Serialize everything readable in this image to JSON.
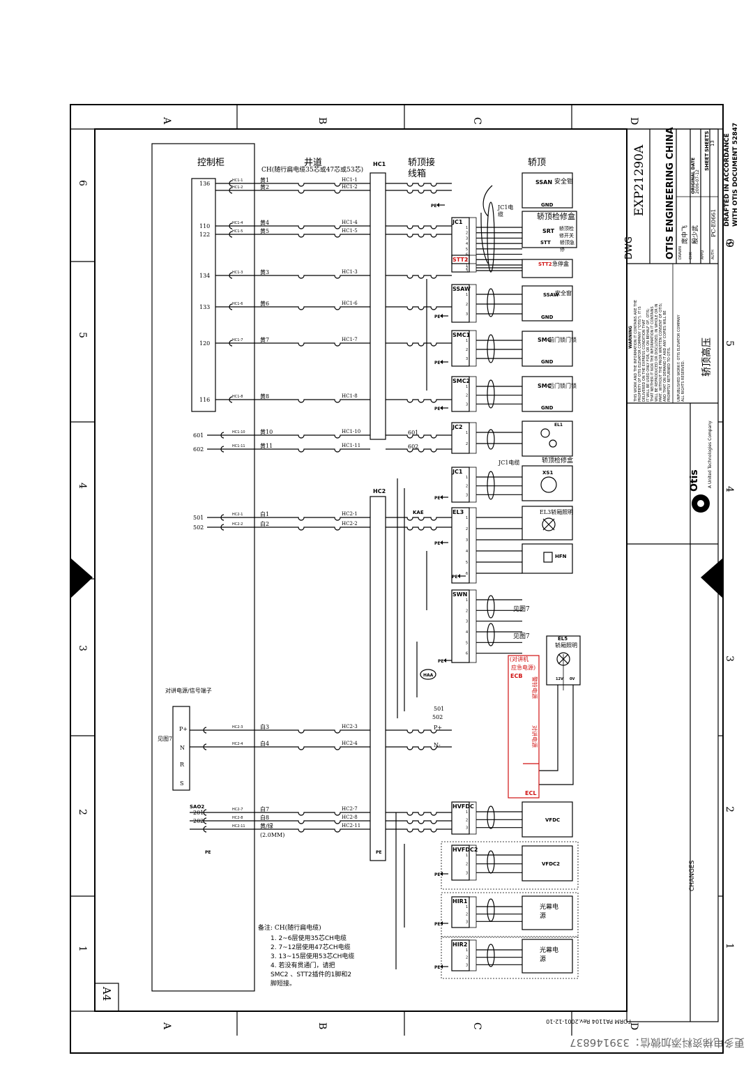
{
  "border": {
    "zones_top": [
      "A",
      "B",
      "C",
      "D"
    ],
    "zones_bottom": [
      "A",
      "B",
      "C",
      "D"
    ],
    "rows_left": [
      "6",
      "5",
      "4",
      "3",
      "2",
      "1"
    ],
    "rows_right": [
      "6",
      "5",
      "4",
      "3",
      "2",
      "1"
    ],
    "sheet_size": "A4",
    "form_text": "FORM PA1104  Rev.2001-12-10",
    "watermark": "更多电梯资料添加微信：339146837"
  },
  "title_block": {
    "dwg_label": "DWG",
    "dwg_number": "EXP21290A",
    "company": "OTIS ENGINEERING CHINA",
    "original_date_label": "ORIGINAL DATE",
    "original_date": "2006-07-12",
    "sheets_label": "SHEETS",
    "sheets": "13",
    "sheet_label": "SHEET",
    "sheet_no": "6",
    "drawn_label": "DRAWN",
    "drawn": "庞中飞",
    "chk_label": "CHK",
    "chk": "殷少武",
    "appd_label": "APPD",
    "auth_label": "AUTH",
    "auth": "PC-E0661",
    "drafted_1": "DRAFTED IN ACCORDANCE",
    "drafted_2": "WITH OTIS DOCUMENT 52847",
    "warning_title": "WARNING",
    "warning_lines": [
      "THIS WORK AND THE INFORMATION IT CONTAINS ARE THE",
      "PROPERTY OF OTIS ELEVATOR COMPANY (\"OTIS\"). IT IS",
      "DELIVERED ON THE EXPRESS CONDITION THAT",
      "IT WILL BE USED ONLY FOR, OR ON BEHALF OF, OTIS;",
      "THAT NEITHER IT NOR THE INFORMATION IT CONTAINS",
      "WILL BE REPRODUCED OR DISCLOSED, IN WHOLE OR IN",
      "PART, WITHOUT THE PRIOR WRITTEN CONSENT OF OTIS;",
      "AND THAT ON DEMAND IT AND ANY COPIES WILL BE",
      "PROMPTLY RETURNED TO OTIS.",
      "UNPUBLISHED WORK© OTIS ELEVATOR COMPANY",
      "ALL RIGHTS RESERVED."
    ],
    "drawing_title": "轿顶高压",
    "logo_text": "Otis",
    "logo_sub": "A United Technologies Company",
    "changes": "CHANGES"
  },
  "sections": {
    "cabinet": "控制柜",
    "hoistway": "井道",
    "car_top_box_1": "轿顶接",
    "car_top_box_2": "线箱",
    "car_top": "轿顶"
  },
  "ch_cable": "CH(随行扁电缆35芯或47芯或53芯)",
  "connectors": {
    "hc1": "HC1",
    "hc2": "HC2"
  },
  "cabinet_wires": [
    {
      "term": "136",
      "hc": "HC1-1",
      "color": "黄1",
      "hc_r": "HC1-1"
    },
    {
      "term": "",
      "hc": "HC1-2",
      "color": "黄2",
      "hc_r": "HC1-2"
    },
    {
      "term": "110",
      "hc": "HC1-4",
      "color": "黄4",
      "hc_r": "HC1-4"
    },
    {
      "term": "122",
      "hc": "HC1-5",
      "color": "黄5",
      "hc_r": "HC1-5"
    },
    {
      "term": "134",
      "hc": "HC1-3",
      "color": "黄3",
      "hc_r": "HC1-3"
    },
    {
      "term": "133",
      "hc": "HC1-6",
      "color": "黄6",
      "hc_r": "HC1-6"
    },
    {
      "term": "120",
      "hc": "HC1-7",
      "color": "黄7",
      "hc_r": "HC1-7"
    },
    {
      "term": "116",
      "hc": "HC1-8",
      "color": "黄8",
      "hc_r": "HC1-8"
    },
    {
      "term": "601",
      "hc": "HC1-10",
      "color": "黄10",
      "hc_r": "HC1-10"
    },
    {
      "term": "602",
      "hc": "HC1-11",
      "color": "黄11",
      "hc_r": "HC1-11"
    },
    {
      "term": "501",
      "hc": "HC2-1",
      "color": "白1",
      "hc_r": "HC2-1"
    },
    {
      "term": "502",
      "hc": "HC2-2",
      "color": "白2",
      "hc_r": "HC2-2"
    },
    {
      "term": "",
      "hc": "HC2-3",
      "color": "白3",
      "hc_r": "HC2-3"
    },
    {
      "term": "",
      "hc": "HC2-4",
      "color": "白4",
      "hc_r": "HC2-4"
    },
    {
      "term": "201",
      "hc": "HC2-7",
      "color": "白7",
      "hc_r": "HC2-7"
    },
    {
      "term": "202",
      "hc": "HC2-8",
      "color": "白8",
      "hc_r": "HC2-8"
    },
    {
      "term": "",
      "hc": "HC2-11",
      "color": "黄/绿",
      "hc_r": "HC2-11"
    }
  ],
  "wire_note": "(2.0MM)",
  "plugs": {
    "jc1": "JC1",
    "stt2": "STT2",
    "ssaw": "SSAW",
    "smc1": "SMC1",
    "smc2": "SMC2",
    "jc2": "JC2",
    "jc1b": "JC1",
    "el3": "EL3",
    "swn": "SWN",
    "hvfdc": "HVFDC",
    "hvfdc2": "HVFDC2",
    "hir1": "HIR1",
    "hir2": "HIR2",
    "kae": "KAE",
    "sao2": "SAO2",
    "pe": "PE",
    "haa": "HAA"
  },
  "devices": {
    "ssan": "SSAN",
    "ssan_desc": "安全钳",
    "inspection": "轿顶检修盒",
    "srt": "SRT",
    "srt_desc_1": "轿顶检",
    "srt_desc_2": "修开关",
    "stt": "STT",
    "stt_desc_1": "轿顶急",
    "stt_desc_2": "停",
    "stt2": "STT2",
    "stt2_desc": "急停盒",
    "ssaw": "SSAW",
    "ssaw_desc": "安全窗",
    "smc1": "SMC",
    "smc1_desc": "前门锁门锁",
    "smc2": "SMC",
    "smc2_desc": "后门锁门锁",
    "gnd": "GND",
    "jc1_cable": "JC1电缆",
    "jc1_cable_top_1": "JC1电",
    "jc1_cable_top_2": "缆",
    "inspection_2": "轿顶检修盒",
    "xs1": "XS1",
    "el1": "EL1",
    "el3_desc": "EL3轿厢照明",
    "hfn": "HFN",
    "see7_1": "见图7",
    "see7_2": "见图7",
    "el5": "EL5",
    "el5_desc": "轿厢照明",
    "ups_1": "(对讲机",
    "ups_2": "应急电源)",
    "ecb": "ECB",
    "ecl": "ECL",
    "alarm_1": "警铃电源",
    "intercom_1": "对讲电源",
    "v12": "12V",
    "v0": "0V",
    "vfdc": "VFDC",
    "vfdc2": "VFDC2",
    "curtain_1": "光幕电",
    "curtain_2": "源",
    "intercom_term": "对讲电源/信号端子",
    "see7_left": "见图7",
    "pnrs": [
      "P+",
      "N",
      "R",
      "S"
    ],
    "n501": "501",
    "n502": "502",
    "pplus": "P+",
    "nminus": "N-",
    "n601": "601",
    "n602": "602"
  },
  "notes": {
    "title": "备注:  CH(随行扁电缆)",
    "lines": [
      "1.  2~6层使用35芯CH电缆",
      "2.  7~12层使用47芯CH电缆",
      "3.  13~15层使用53芯CH电缆",
      "4.  若没有贯通门，请把",
      "SMC2 、STT2插件的1脚和2",
      "脚短接。"
    ]
  }
}
